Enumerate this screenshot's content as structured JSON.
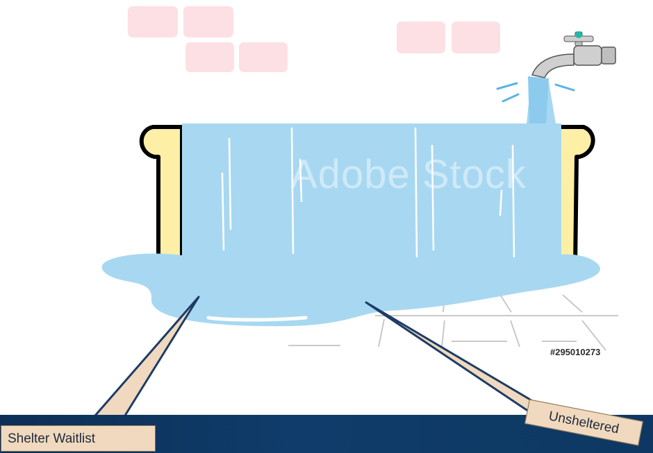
{
  "image": {
    "watermark_text": "Adobe Stock",
    "stock_id": "#295010273"
  },
  "callouts": {
    "left_label": "Shelter Waitlist",
    "right_label": "Unsheltered"
  },
  "colors": {
    "water": "#a8d8f1",
    "tub_rim": "#fdf0a6",
    "tile": "#fde0e3",
    "band": "#0f3c6a",
    "callout_fill": "#f0d9be"
  },
  "icons": [
    "water-faucet-icon",
    "bathtub-icon"
  ]
}
